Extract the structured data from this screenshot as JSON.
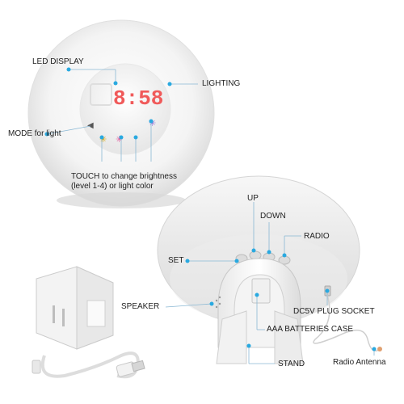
{
  "labels": {
    "led_display": "LED DISPLAY",
    "lighting": "LIGHTING",
    "mode_for_light": "MODE for light",
    "touch_line1": "TOUCH to change brightness",
    "touch_line2": "(level 1-4) or light color",
    "up": "UP",
    "down": "DOWN",
    "radio": "RADIO",
    "set": "SET",
    "speaker": "SPEAKER",
    "dc5v": "DC5V PLUG SOCKET",
    "aaa": "AAA BATTERIES CASE",
    "stand": "STAND",
    "radio_antenna": "Radio Antenna"
  },
  "display": {
    "digits": "8:58"
  },
  "colors": {
    "accent": "#29a9e0",
    "digit": "#f05a5a",
    "line": "#8ab8d4"
  }
}
